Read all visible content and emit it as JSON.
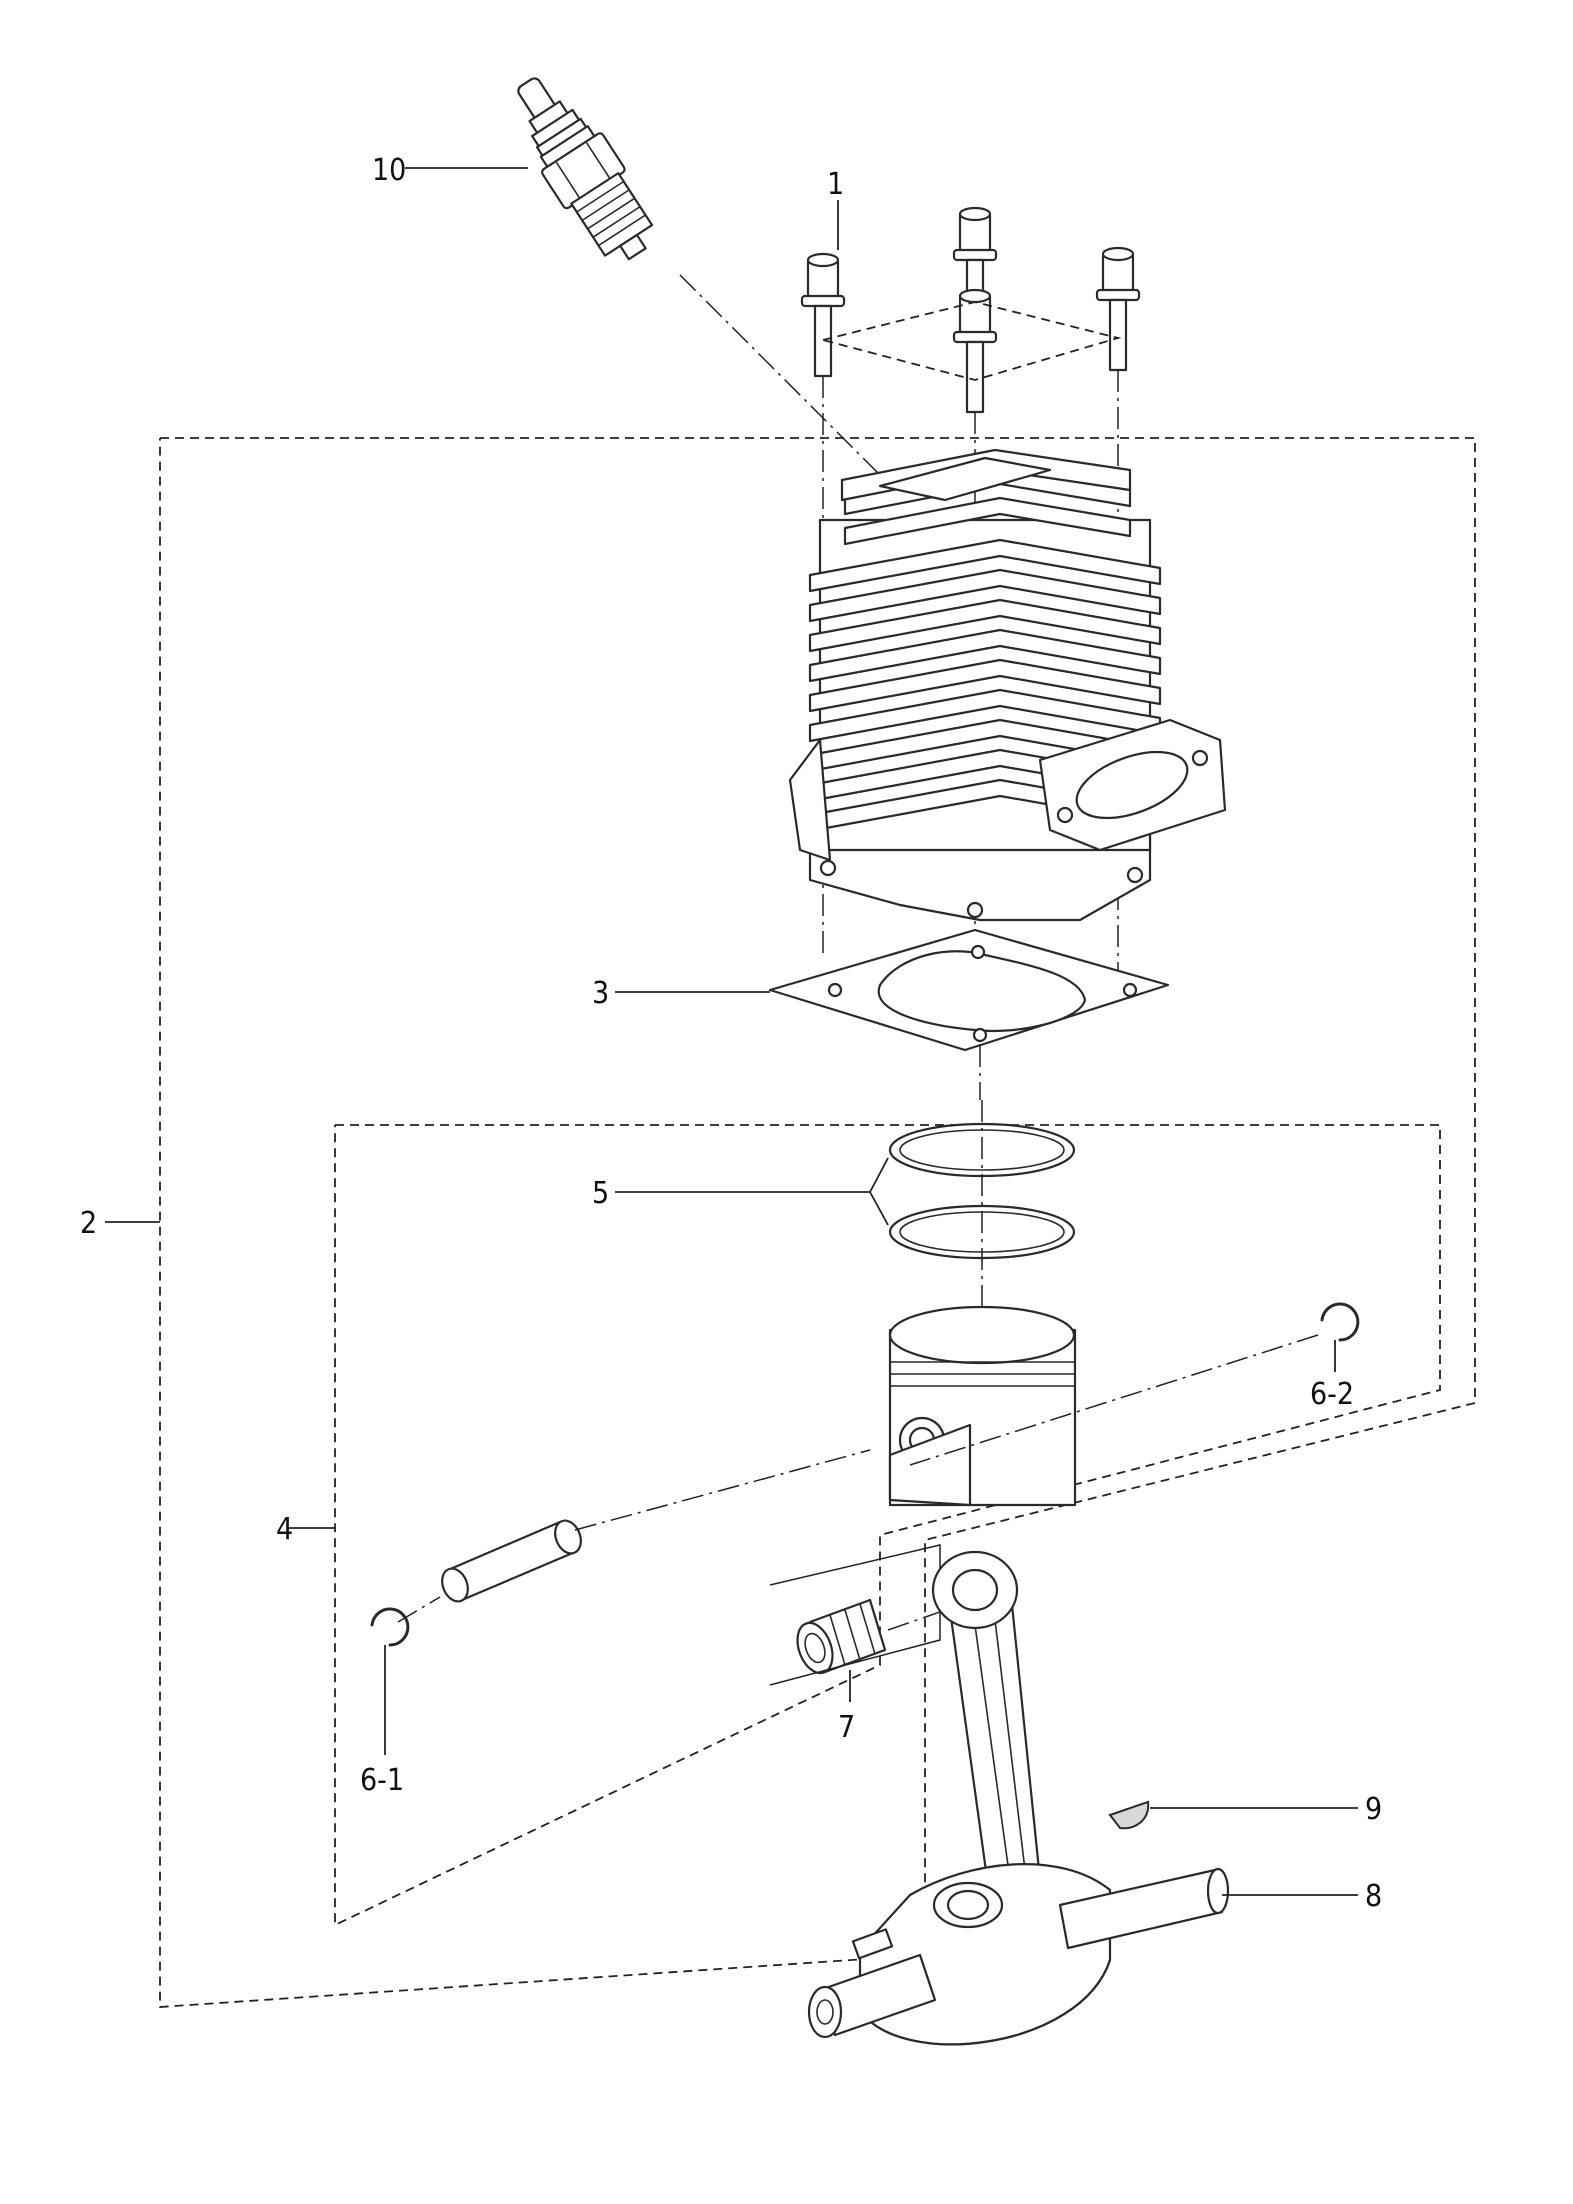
{
  "diagram": {
    "type": "exploded-parts-diagram",
    "callouts": [
      {
        "id": "c1",
        "label": "1",
        "part": "cylinder-bolts"
      },
      {
        "id": "c2",
        "label": "2",
        "part": "cylinder-assembly-group"
      },
      {
        "id": "c3",
        "label": "3",
        "part": "cylinder-gasket"
      },
      {
        "id": "c4",
        "label": "4",
        "part": "piston-assembly-group"
      },
      {
        "id": "c5",
        "label": "5",
        "part": "piston-rings"
      },
      {
        "id": "c61",
        "label": "6-1",
        "part": "circlip-left"
      },
      {
        "id": "c62",
        "label": "6-2",
        "part": "circlip-right"
      },
      {
        "id": "c7",
        "label": "7",
        "part": "needle-bearing"
      },
      {
        "id": "c8",
        "label": "8",
        "part": "crankshaft"
      },
      {
        "id": "c9",
        "label": "9",
        "part": "woodruff-key"
      },
      {
        "id": "c10",
        "label": "10",
        "part": "spark-plug"
      }
    ]
  }
}
